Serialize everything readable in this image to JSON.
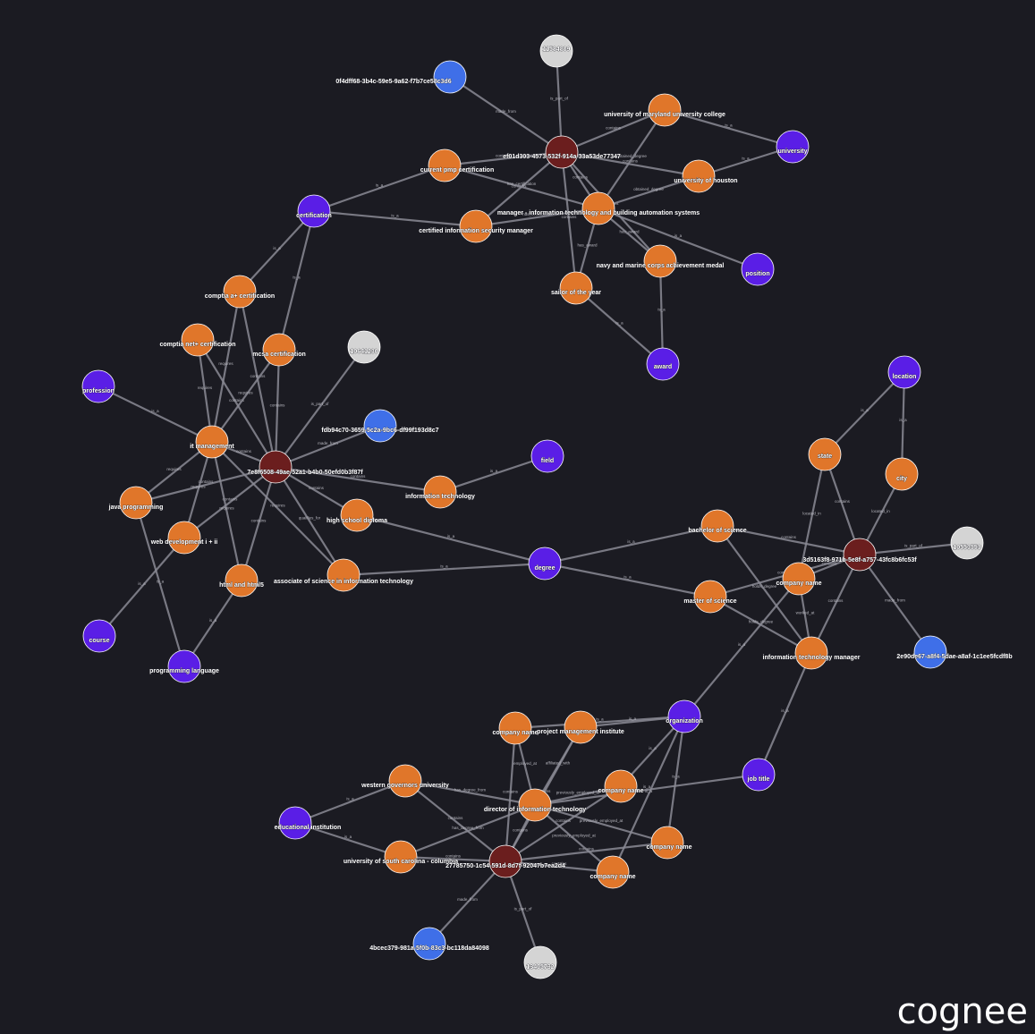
{
  "brand": "cognee",
  "colors": {
    "background": "#1b1b22",
    "entity": "#e0762a",
    "type": "#5a1ee6",
    "document": "#6b1e1e",
    "chunk": "#3f6fe8",
    "text_id": "#d4d4d4",
    "edge": "#8a8a94"
  },
  "nodes": [
    {
      "id": "n11584809",
      "label": "11584809",
      "kind": "text_id"
    },
    {
      "id": "c1",
      "label": "0f4dff68-3b4c-59e5-9a62-f7b7ce58c3d6",
      "kind": "chunk"
    },
    {
      "id": "d1",
      "label": "ef01d303-4573-532f-914a-33a53de77347",
      "kind": "document"
    },
    {
      "id": "umuc",
      "label": "university of maryland university college",
      "kind": "entity"
    },
    {
      "id": "university",
      "label": "university",
      "kind": "type"
    },
    {
      "id": "pmp",
      "label": "current pmp certification",
      "kind": "entity"
    },
    {
      "id": "uh",
      "label": "university of houston",
      "kind": "entity"
    },
    {
      "id": "certification",
      "label": "certification",
      "kind": "type"
    },
    {
      "id": "cism",
      "label": "certified information security manager",
      "kind": "entity"
    },
    {
      "id": "mgr_it",
      "label": "manager - information technology and building automation systems",
      "kind": "entity"
    },
    {
      "id": "navy",
      "label": "navy and marine corps achievement medal",
      "kind": "entity"
    },
    {
      "id": "position",
      "label": "position",
      "kind": "type"
    },
    {
      "id": "sailor",
      "label": "sailor of the year",
      "kind": "entity"
    },
    {
      "id": "award",
      "label": "award",
      "kind": "type"
    },
    {
      "id": "comptia_a",
      "label": "comptia a+ certification",
      "kind": "entity"
    },
    {
      "id": "comptia_net",
      "label": "comptia net+ certification",
      "kind": "entity"
    },
    {
      "id": "mcsa",
      "label": "mcsa certification",
      "kind": "entity"
    },
    {
      "id": "n10641230",
      "label": "10641230",
      "kind": "text_id"
    },
    {
      "id": "profession",
      "label": "profession",
      "kind": "type"
    },
    {
      "id": "c2",
      "label": "fdb94c70-3659-5c2a-9bc6-df99f193d8c7",
      "kind": "chunk"
    },
    {
      "id": "it_mgmt",
      "label": "it management",
      "kind": "entity"
    },
    {
      "id": "d2",
      "label": "7e8f6508-49ae-52a1-b4b0-50efd0b3f87f",
      "kind": "document"
    },
    {
      "id": "field",
      "label": "field",
      "kind": "type"
    },
    {
      "id": "info_tech",
      "label": "information technology",
      "kind": "entity"
    },
    {
      "id": "java",
      "label": "java programming",
      "kind": "entity"
    },
    {
      "id": "hsd",
      "label": "high school diploma",
      "kind": "entity"
    },
    {
      "id": "webdev",
      "label": "web development i + ii",
      "kind": "entity"
    },
    {
      "id": "html",
      "label": "html and html5",
      "kind": "entity"
    },
    {
      "id": "assoc",
      "label": "associate of science in information technology",
      "kind": "entity"
    },
    {
      "id": "course",
      "label": "course",
      "kind": "type"
    },
    {
      "id": "proglang",
      "label": "programming language",
      "kind": "type"
    },
    {
      "id": "degree",
      "label": "degree",
      "kind": "type"
    },
    {
      "id": "location",
      "label": "location",
      "kind": "type"
    },
    {
      "id": "state",
      "label": "state",
      "kind": "entity"
    },
    {
      "id": "city",
      "label": "city",
      "kind": "entity"
    },
    {
      "id": "bachelor",
      "label": "bachelor of science",
      "kind": "entity"
    },
    {
      "id": "d3",
      "label": "3d5163f8-971b-5e8f-a757-43fc8b6fc53f",
      "kind": "document"
    },
    {
      "id": "n10553553",
      "label": "10553553",
      "kind": "text_id"
    },
    {
      "id": "cname1",
      "label": "company name",
      "kind": "entity"
    },
    {
      "id": "master",
      "label": "master of science",
      "kind": "entity"
    },
    {
      "id": "itm",
      "label": "information technology manager",
      "kind": "entity"
    },
    {
      "id": "c3",
      "label": "2e90de67-a8f4-5dae-a8af-1c1ee5fcdf8b",
      "kind": "chunk"
    },
    {
      "id": "cname2",
      "label": "company name",
      "kind": "entity"
    },
    {
      "id": "pmi",
      "label": "project management institute",
      "kind": "entity"
    },
    {
      "id": "organization",
      "label": "organization",
      "kind": "type"
    },
    {
      "id": "wgu",
      "label": "western governors university",
      "kind": "entity"
    },
    {
      "id": "cname3",
      "label": "company name",
      "kind": "entity"
    },
    {
      "id": "jobtitle",
      "label": "job title",
      "kind": "type"
    },
    {
      "id": "dir_it",
      "label": "director of information technology",
      "kind": "entity"
    },
    {
      "id": "edu",
      "label": "educational institution",
      "kind": "type"
    },
    {
      "id": "cname4",
      "label": "company name",
      "kind": "entity"
    },
    {
      "id": "usc",
      "label": "university of south carolina - columbia",
      "kind": "entity"
    },
    {
      "id": "d4",
      "label": "27785750-1c54-591d-8d7f-92047b7ea2d4",
      "kind": "document"
    },
    {
      "id": "cname5",
      "label": "company name",
      "kind": "entity"
    },
    {
      "id": "c4",
      "label": "4bcec379-981a-5f0b-83c3-bc118da84098",
      "kind": "chunk"
    },
    {
      "id": "n13405732",
      "label": "13405732",
      "kind": "text_id"
    }
  ],
  "edges": [
    {
      "from": "d1",
      "to": "n11584809",
      "label": "is_part_of"
    },
    {
      "from": "d1",
      "to": "c1",
      "label": "made_from"
    },
    {
      "from": "d1",
      "to": "umuc",
      "label": "contains"
    },
    {
      "from": "d1",
      "to": "pmp",
      "label": "contains"
    },
    {
      "from": "d1",
      "to": "uh",
      "label": "contains"
    },
    {
      "from": "d1",
      "to": "mgr_it",
      "label": "contains"
    },
    {
      "from": "d1",
      "to": "cism",
      "label": "contains"
    },
    {
      "from": "d1",
      "to": "sailor",
      "label": "contains"
    },
    {
      "from": "d1",
      "to": "navy",
      "label": "contains"
    },
    {
      "from": "umuc",
      "to": "university",
      "label": "is_a"
    },
    {
      "from": "uh",
      "to": "university",
      "label": "is_a"
    },
    {
      "from": "mgr_it",
      "to": "umuc",
      "label": "obtained_degree"
    },
    {
      "from": "mgr_it",
      "to": "uh",
      "label": "obtained_degree"
    },
    {
      "from": "mgr_it",
      "to": "pmp",
      "label": "has_certification"
    },
    {
      "from": "mgr_it",
      "to": "cism",
      "label": "has_certification"
    },
    {
      "from": "mgr_it",
      "to": "navy",
      "label": "has_award"
    },
    {
      "from": "mgr_it",
      "to": "sailor",
      "label": "has_award"
    },
    {
      "from": "mgr_it",
      "to": "position",
      "label": "is_a"
    },
    {
      "from": "navy",
      "to": "award",
      "label": "is_a"
    },
    {
      "from": "sailor",
      "to": "award",
      "label": "is_a"
    },
    {
      "from": "pmp",
      "to": "certification",
      "label": "is_a"
    },
    {
      "from": "cism",
      "to": "certification",
      "label": "is_a"
    },
    {
      "from": "comptia_a",
      "to": "certification",
      "label": "is_a"
    },
    {
      "from": "mcsa",
      "to": "certification",
      "label": "is_a"
    },
    {
      "from": "d2",
      "to": "n10641230",
      "label": "is_part_of"
    },
    {
      "from": "d2",
      "to": "c2",
      "label": "made_from"
    },
    {
      "from": "d2",
      "to": "comptia_a",
      "label": "contains"
    },
    {
      "from": "d2",
      "to": "comptia_net",
      "label": "contains"
    },
    {
      "from": "d2",
      "to": "mcsa",
      "label": "contains"
    },
    {
      "from": "d2",
      "to": "it_mgmt",
      "label": "contains"
    },
    {
      "from": "d2",
      "to": "info_tech",
      "label": "contains"
    },
    {
      "from": "d2",
      "to": "java",
      "label": "contains"
    },
    {
      "from": "d2",
      "to": "hsd",
      "label": "contains"
    },
    {
      "from": "d2",
      "to": "webdev",
      "label": "contains"
    },
    {
      "from": "d2",
      "to": "html",
      "label": "contains"
    },
    {
      "from": "d2",
      "to": "assoc",
      "label": "qualifies_for"
    },
    {
      "from": "it_mgmt",
      "to": "profession",
      "label": "is_a"
    },
    {
      "from": "it_mgmt",
      "to": "comptia_a",
      "label": "requires"
    },
    {
      "from": "it_mgmt",
      "to": "comptia_net",
      "label": "requires"
    },
    {
      "from": "it_mgmt",
      "to": "mcsa",
      "label": "requires"
    },
    {
      "from": "it_mgmt",
      "to": "java",
      "label": "requires"
    },
    {
      "from": "it_mgmt",
      "to": "webdev",
      "label": "requires"
    },
    {
      "from": "it_mgmt",
      "to": "html",
      "label": "requires"
    },
    {
      "from": "it_mgmt",
      "to": "assoc",
      "label": "requires"
    },
    {
      "from": "info_tech",
      "to": "field",
      "label": "is_a"
    },
    {
      "from": "java",
      "to": "proglang",
      "label": "is_a"
    },
    {
      "from": "html",
      "to": "proglang",
      "label": "is_a"
    },
    {
      "from": "webdev",
      "to": "course",
      "label": "is_a"
    },
    {
      "from": "hsd",
      "to": "degree",
      "label": "is_a"
    },
    {
      "from": "assoc",
      "to": "degree",
      "label": "is_a"
    },
    {
      "from": "bachelor",
      "to": "degree",
      "label": "is_a"
    },
    {
      "from": "master",
      "to": "degree",
      "label": "is_a"
    },
    {
      "from": "state",
      "to": "location",
      "label": "is_a"
    },
    {
      "from": "city",
      "to": "location",
      "label": "is_a"
    },
    {
      "from": "d3",
      "to": "n10553553",
      "label": "is_part_of"
    },
    {
      "from": "d3",
      "to": "c3",
      "label": "made_from"
    },
    {
      "from": "d3",
      "to": "state",
      "label": "contains"
    },
    {
      "from": "d3",
      "to": "city",
      "label": "located_in"
    },
    {
      "from": "d3",
      "to": "bachelor",
      "label": "contains"
    },
    {
      "from": "d3",
      "to": "cname1",
      "label": "contains"
    },
    {
      "from": "d3",
      "to": "master",
      "label": "contains"
    },
    {
      "from": "d3",
      "to": "itm",
      "label": "contains"
    },
    {
      "from": "cname1",
      "to": "state",
      "label": "located_in"
    },
    {
      "from": "cname1",
      "to": "organization",
      "label": "is_a"
    },
    {
      "from": "itm",
      "to": "cname1",
      "label": "worked_at"
    },
    {
      "from": "itm",
      "to": "bachelor",
      "label": "holds_degree"
    },
    {
      "from": "itm",
      "to": "master",
      "label": "holds_degree"
    },
    {
      "from": "itm",
      "to": "jobtitle",
      "label": "is_a"
    },
    {
      "from": "d4",
      "to": "c4",
      "label": "made_from"
    },
    {
      "from": "d4",
      "to": "n13405732",
      "label": "is_part_of"
    },
    {
      "from": "d4",
      "to": "cname2",
      "label": "contains"
    },
    {
      "from": "d4",
      "to": "pmi",
      "label": "contains"
    },
    {
      "from": "d4",
      "to": "wgu",
      "label": "contains"
    },
    {
      "from": "d4",
      "to": "dir_it",
      "label": "contains"
    },
    {
      "from": "d4",
      "to": "usc",
      "label": "contains"
    },
    {
      "from": "d4",
      "to": "cname3",
      "label": "contains"
    },
    {
      "from": "d4",
      "to": "cname4",
      "label": "contains"
    },
    {
      "from": "d4",
      "to": "cname5",
      "label": "contains"
    },
    {
      "from": "dir_it",
      "to": "cname2",
      "label": "employed_at"
    },
    {
      "from": "dir_it",
      "to": "pmi",
      "label": "affiliated_with"
    },
    {
      "from": "dir_it",
      "to": "wgu",
      "label": "has_degree_from"
    },
    {
      "from": "dir_it",
      "to": "usc",
      "label": "has_degree_from"
    },
    {
      "from": "dir_it",
      "to": "cname3",
      "label": "previously_employed_at"
    },
    {
      "from": "dir_it",
      "to": "cname4",
      "label": "previously_employed_at"
    },
    {
      "from": "dir_it",
      "to": "cname5",
      "label": "previously_employed_at"
    },
    {
      "from": "dir_it",
      "to": "jobtitle",
      "label": "is_a"
    },
    {
      "from": "cname2",
      "to": "organization",
      "label": "is_a"
    },
    {
      "from": "pmi",
      "to": "organization",
      "label": "is_a"
    },
    {
      "from": "cname3",
      "to": "organization",
      "label": "is_a"
    },
    {
      "from": "cname4",
      "to": "organization",
      "label": "is_a"
    },
    {
      "from": "cname5",
      "to": "organization",
      "label": "is_a"
    },
    {
      "from": "wgu",
      "to": "edu",
      "label": "is_a"
    },
    {
      "from": "usc",
      "to": "edu",
      "label": "is_a"
    }
  ]
}
